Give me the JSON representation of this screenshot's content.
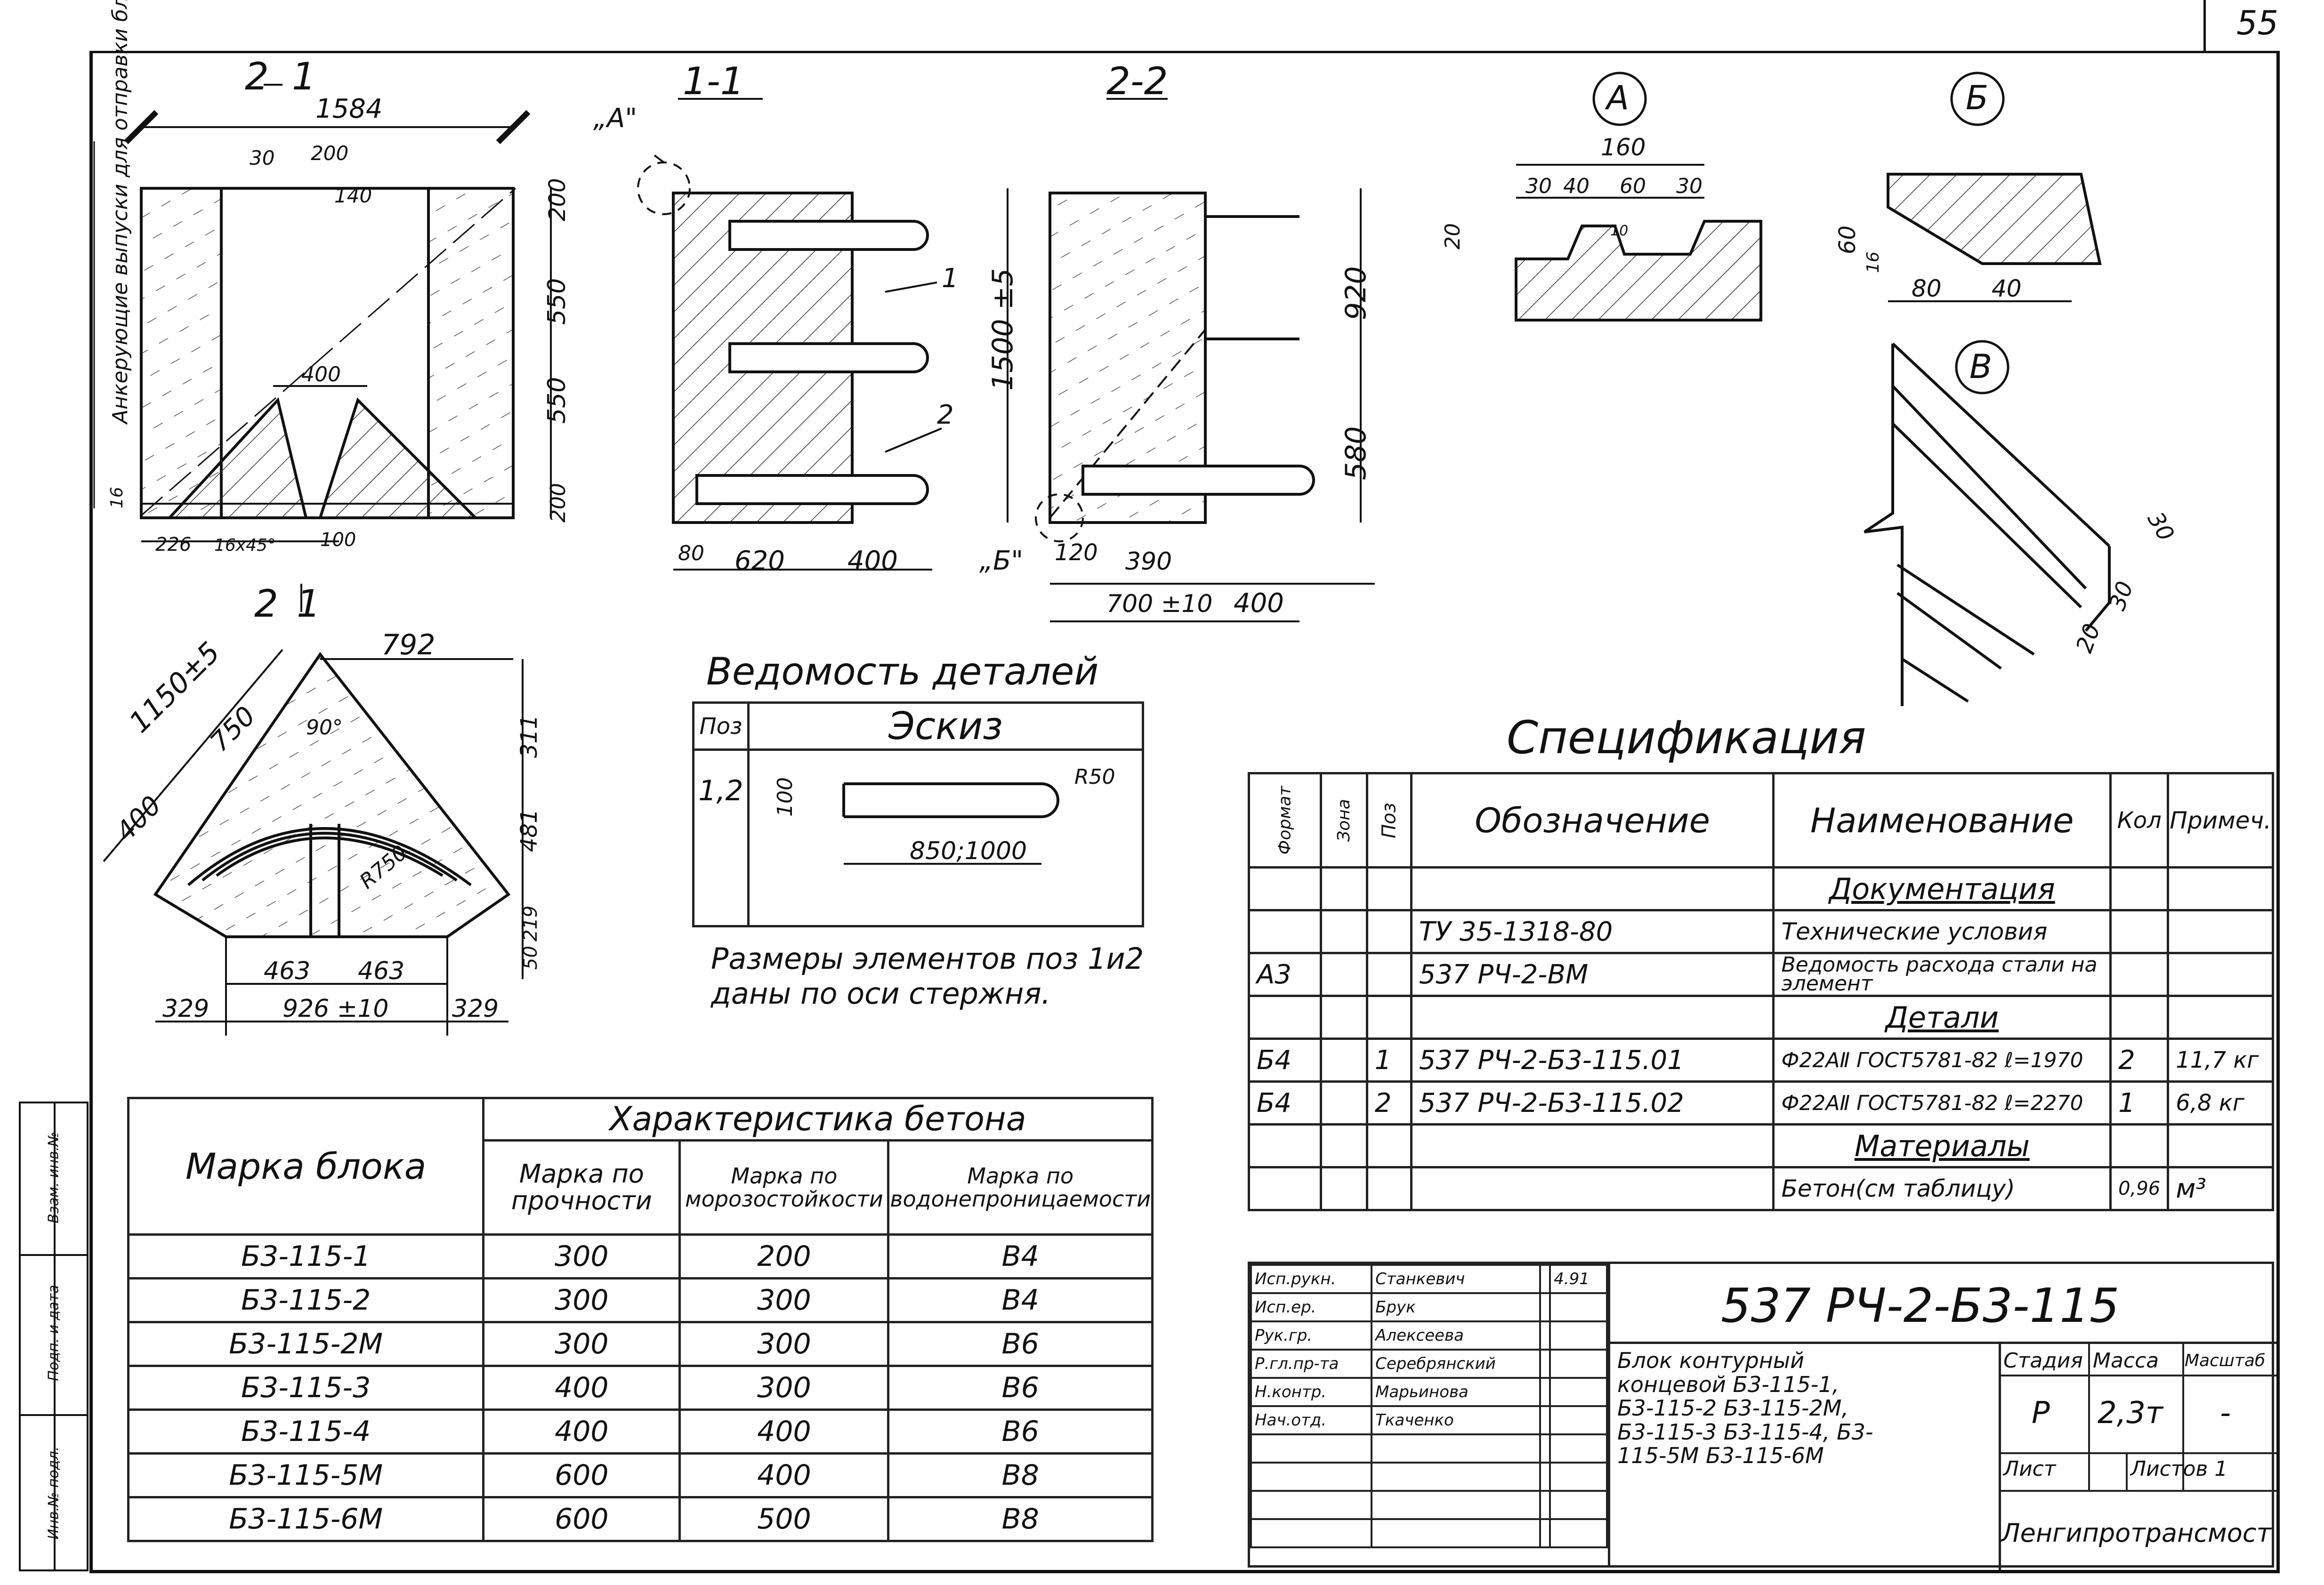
{
  "sheet_number": "55",
  "views": {
    "section_1": "1-1",
    "section_2": "2-2",
    "callout_a": "А",
    "callout_b": "Б",
    "callout_v": "В",
    "leader_a": "„А\"",
    "leader_b": "„Б\"",
    "cut_2": "2",
    "cut_1": "1"
  },
  "anchor_note": "Анкерующие выпуски для отправки блок",
  "plan_dims": {
    "overall": "1584",
    "d200": "200",
    "d30": "30",
    "d140": "140",
    "d200_right": "200",
    "d550_top": "550",
    "d550_bottom": "550",
    "d200_bottom": "200",
    "d400": "400",
    "d226": "226",
    "chamfer": "16x45°",
    "d100": "100",
    "d16": "16"
  },
  "section1_dims": {
    "d80": "80",
    "d620": "620",
    "d400": "400",
    "pos1": "1",
    "pos2": "2"
  },
  "section2_dims": {
    "height": "1500 ±5",
    "d920": "920",
    "d580": "580",
    "d120": "120",
    "d390": "390",
    "d700": "700 ±10",
    "d400": "400"
  },
  "detail_a_dims": {
    "d160": "160",
    "d30a": "30",
    "d40": "40",
    "d60": "60",
    "d30b": "30",
    "d20": "20",
    "d10": "10"
  },
  "detail_b_dims": {
    "d60": "60",
    "d16": "16",
    "d80": "80",
    "d40": "40"
  },
  "detail_v_dims": {
    "d30a": "30",
    "d30b": "30",
    "d20": "20"
  },
  "top_view_dims": {
    "d1150": "1150±5",
    "d750": "750",
    "d400": "400",
    "d792": "792",
    "angle": "90°",
    "d311": "311",
    "d481": "481",
    "d219": "219",
    "d50": "50",
    "radius": "R750",
    "d463a": "463",
    "d463b": "463",
    "d926": "926 ±10",
    "d329a": "329",
    "d329b": "329"
  },
  "details": {
    "title": "Ведомость деталей",
    "col_pos": "Поз",
    "col_sketch": "Эскиз",
    "row_pos": "1,2",
    "sketch": {
      "d100": "100",
      "radius": "R50",
      "length": "850;1000"
    },
    "note": "Размеры элементов поз 1и2 даны по оси стержня."
  },
  "concrete": {
    "col_block": "Марка блока",
    "group_header": "Характеристика бетона",
    "col_strength": "Марка по прочности",
    "col_frost": "Марка по морозостойкости",
    "col_water": "Марка по водонепроницаемости",
    "rows": [
      {
        "block": "Б3-115-1",
        "strength": "300",
        "frost": "200",
        "water": "В4"
      },
      {
        "block": "Б3-115-2",
        "strength": "300",
        "frost": "300",
        "water": "В4"
      },
      {
        "block": "Б3-115-2М",
        "strength": "300",
        "frost": "300",
        "water": "В6"
      },
      {
        "block": "Б3-115-3",
        "strength": "400",
        "frost": "300",
        "water": "В6"
      },
      {
        "block": "Б3-115-4",
        "strength": "400",
        "frost": "400",
        "water": "В6"
      },
      {
        "block": "Б3-115-5М",
        "strength": "600",
        "frost": "400",
        "water": "В8"
      },
      {
        "block": "Б3-115-6М",
        "strength": "600",
        "frost": "500",
        "water": "В8"
      }
    ]
  },
  "spec": {
    "title": "Спецификация",
    "col_format": "Формат",
    "col_zone": "Зона",
    "col_pos": "Поз",
    "col_designation": "Обозначение",
    "col_name": "Наименование",
    "col_qty": "Кол",
    "col_note": "Примеч.",
    "sec_docs": "Документация",
    "sec_details": "Детали",
    "sec_materials": "Материалы",
    "doc1": {
      "designation": "ТУ 35-1318-80",
      "name": "Технические условия"
    },
    "doc2": {
      "format": "А3",
      "designation": "537 РЧ-2-ВМ",
      "name": "Ведомость расхода стали на элемент"
    },
    "det1": {
      "format": "Б4",
      "pos": "1",
      "designation": "537 РЧ-2-Б3-115.01",
      "name": "Ф22АⅡ ГОСТ5781-82 ℓ=1970",
      "qty": "2",
      "note": "11,7 кг"
    },
    "det2": {
      "format": "Б4",
      "pos": "2",
      "designation": "537 РЧ-2-Б3-115.02",
      "name": "Ф22АⅡ ГОСТ5781-82 ℓ=2270",
      "qty": "1",
      "note": "6,8 кг"
    },
    "mat1": {
      "name": "Бетон(см таблицу)",
      "qty": "0,96",
      "note": "м³"
    }
  },
  "title_block": {
    "code": "537 РЧ-2-Б3-115",
    "roles": [
      "Исп.рукн.",
      "Исп.ер.",
      "Рук.гр.",
      "Р.гл.пр-та",
      "Н.контр.",
      "Нач.отд."
    ],
    "names": [
      "Станкевич",
      "Брук",
      "Алексеева",
      "Серебрянский",
      "Марьинова",
      "Ткаченко"
    ],
    "date1": "4.91",
    "name": "Блок контурный концевой Б3-115-1, Б3-115-2 Б3-115-2М, Б3-115-3 Б3-115-4, Б3-115-5М Б3-115-6М",
    "stage_label": "Стадия",
    "mass_label": "Масса",
    "scale_label": "Масштаб",
    "stage": "Р",
    "mass": "2,3т",
    "scale": "-",
    "sheet_label": "Лист",
    "sheets_label": "Листов 1",
    "org": "Ленгипротрансмост"
  },
  "margin_stamps": [
    "Инв.№ подл.",
    "Подп. и дата",
    "Взам. инв.№"
  ]
}
